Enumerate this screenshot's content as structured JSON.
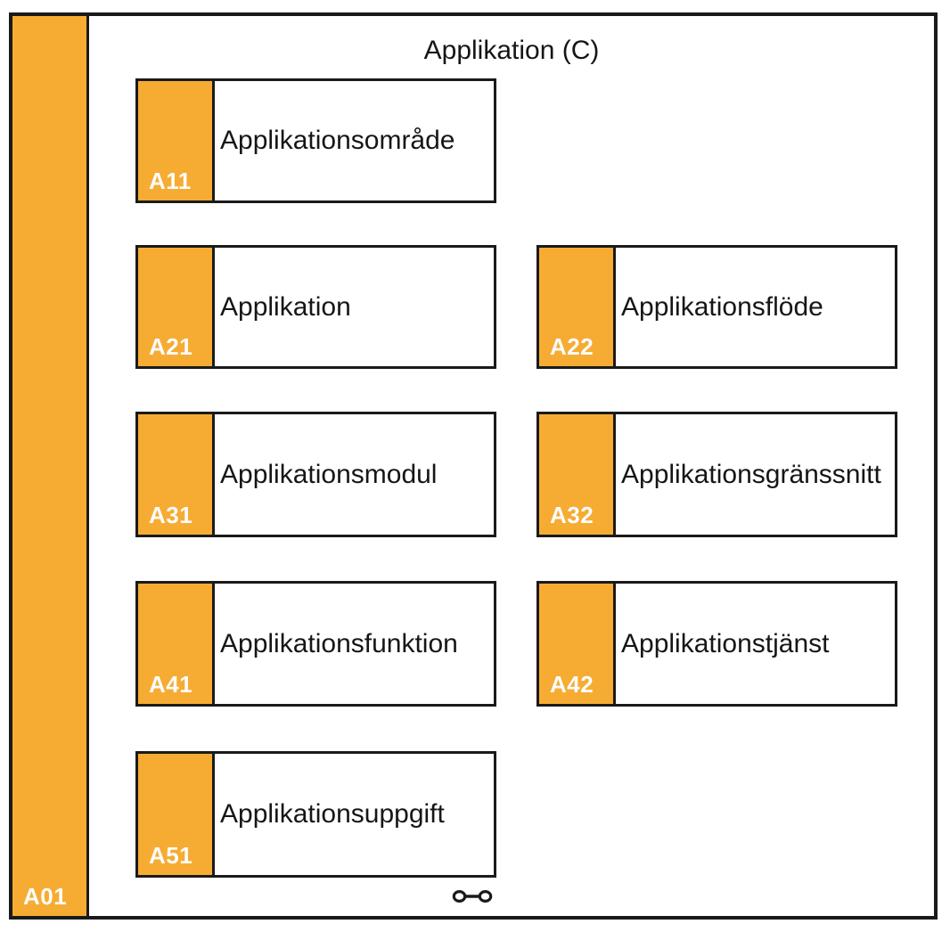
{
  "diagram": {
    "title": "Applikation (C)",
    "container": {
      "code": "A01"
    },
    "nodes": [
      {
        "code": "A11",
        "label": "Applikationsområde"
      },
      {
        "code": "A21",
        "label": "Applikation"
      },
      {
        "code": "A22",
        "label": "Applikationsflöde"
      },
      {
        "code": "A31",
        "label": "Applikationsmodul"
      },
      {
        "code": "A32",
        "label": "Applikationsgränssnitt"
      },
      {
        "code": "A41",
        "label": "Applikationsfunktion"
      },
      {
        "code": "A42",
        "label": "Applikationstjänst"
      },
      {
        "code": "A51",
        "label": "Applikationsuppgift"
      }
    ],
    "icons": {
      "bottom": "linked-nodes-icon"
    },
    "colors": {
      "accent": "#F6AC33",
      "border": "#1A1A1A",
      "background": "#FFFFFF",
      "code_text": "#FCFCFC",
      "label_text": "#161616"
    }
  }
}
